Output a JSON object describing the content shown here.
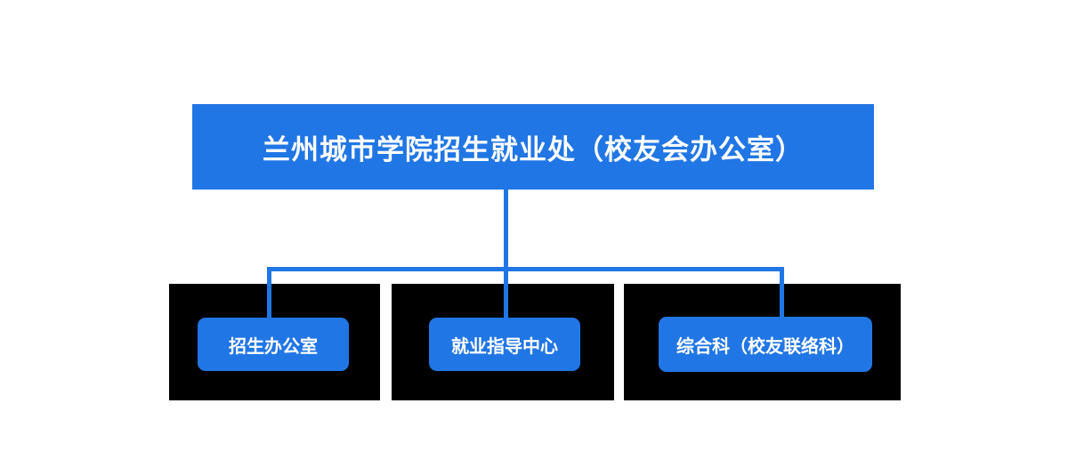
{
  "colors": {
    "node-blue": "#2176e5",
    "panel-black": "#000000",
    "text-white": "#ffffff",
    "page-bg": "#ffffff"
  },
  "org_chart": {
    "root": {
      "label": "兰州城市学院招生就业处（校友会办公室）"
    },
    "children": [
      {
        "label": "招生办公室"
      },
      {
        "label": "就业指导中心"
      },
      {
        "label": "综合科（校友联络科）"
      }
    ]
  }
}
